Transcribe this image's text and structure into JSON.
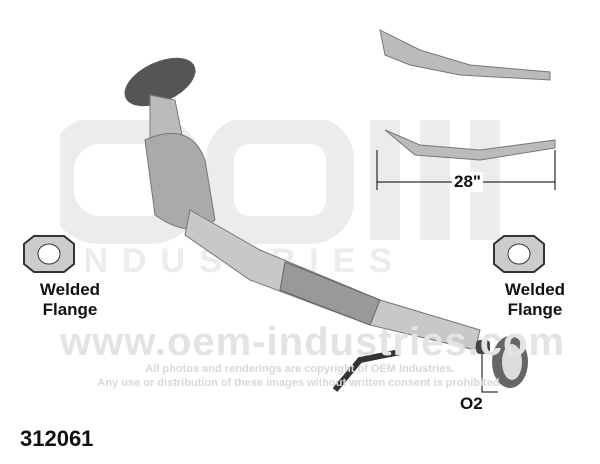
{
  "watermark": {
    "logo": "OEM INDUSTRIES",
    "url": "www.oem-industries.com",
    "line1": "All photos and renderings are copyright of OEM Industries.",
    "line2": "Any use or distribution of these images without written consent is prohibited."
  },
  "labels": {
    "left_flange_1": "Welded",
    "left_flange_2": "Flange",
    "right_flange_1": "Welded",
    "right_flange_2": "Flange",
    "length": "28\"",
    "sensor": "O2"
  },
  "part_number": "312061"
}
